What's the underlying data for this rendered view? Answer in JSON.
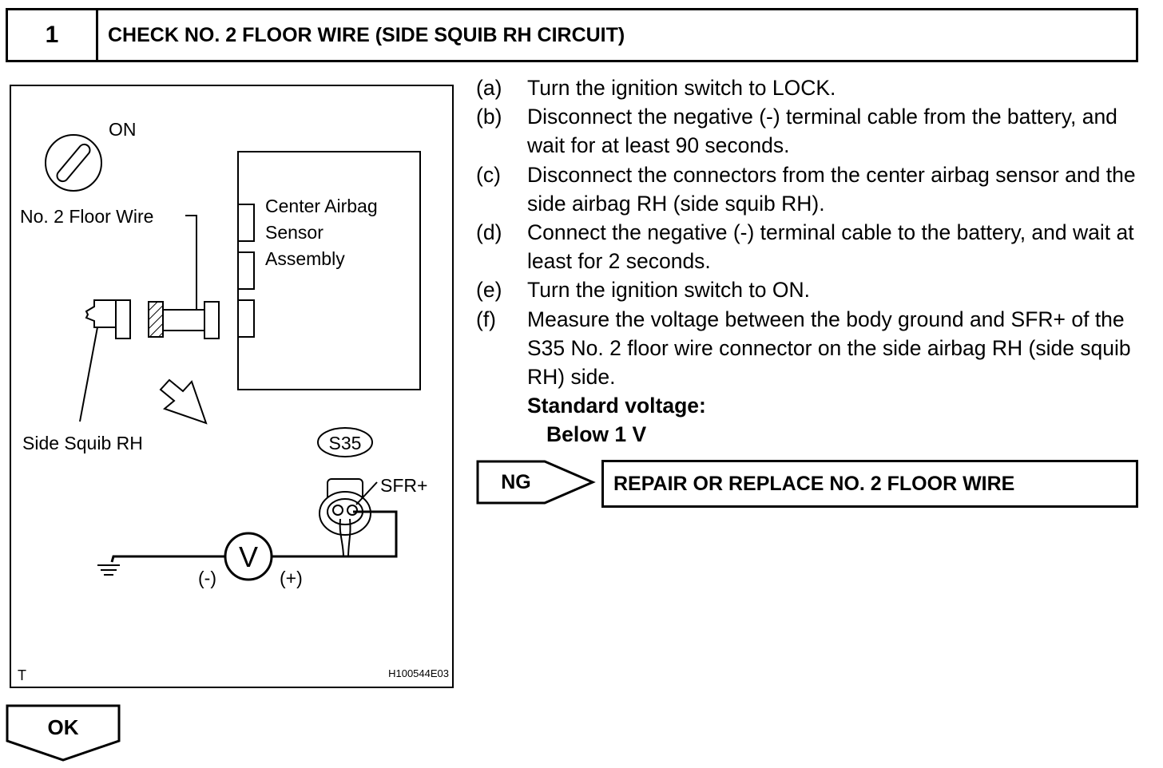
{
  "header": {
    "step_number": "1",
    "title": "CHECK NO. 2 FLOOR WIRE (SIDE SQUIB RH CIRCUIT)"
  },
  "figure": {
    "ignition_label": "ON",
    "floor_wire_label": "No. 2 Floor Wire",
    "sensor_label_line1": "Center Airbag",
    "sensor_label_line2": "Sensor",
    "sensor_label_line3": "Assembly",
    "squib_label": "Side Squib RH",
    "connector_code": "S35",
    "terminal_label": "SFR+",
    "minus_label": "(-)",
    "plus_label": "(+)",
    "voltmeter_symbol": "V",
    "corner_mark": "T",
    "figure_id": "H100544E03",
    "icons": [
      "ignition-switch-icon",
      "voltmeter-icon",
      "ground-icon",
      "connector-icon",
      "arrow-icon"
    ]
  },
  "steps": [
    {
      "label": "(a)",
      "text": "Turn the ignition switch to LOCK."
    },
    {
      "label": "(b)",
      "text": "Disconnect the negative (-) terminal cable from the battery, and wait for at least 90 seconds."
    },
    {
      "label": "(c)",
      "text": "Disconnect the connectors from the center airbag sensor and the side airbag RH (side squib RH)."
    },
    {
      "label": "(d)",
      "text": "Connect the negative (-) terminal cable to the battery, and wait at least for 2 seconds."
    },
    {
      "label": "(e)",
      "text": "Turn the ignition switch to ON."
    },
    {
      "label": "(f)",
      "text": "Measure the voltage between the body ground and SFR+ of the S35 No. 2 floor wire connector on the side airbag RH (side squib RH) side."
    }
  ],
  "standard": {
    "label": "Standard voltage:",
    "value": "Below 1 V"
  },
  "ng": {
    "label": "NG",
    "result": "REPAIR OR REPLACE NO. 2 FLOOR WIRE"
  },
  "ok": {
    "label": "OK"
  }
}
